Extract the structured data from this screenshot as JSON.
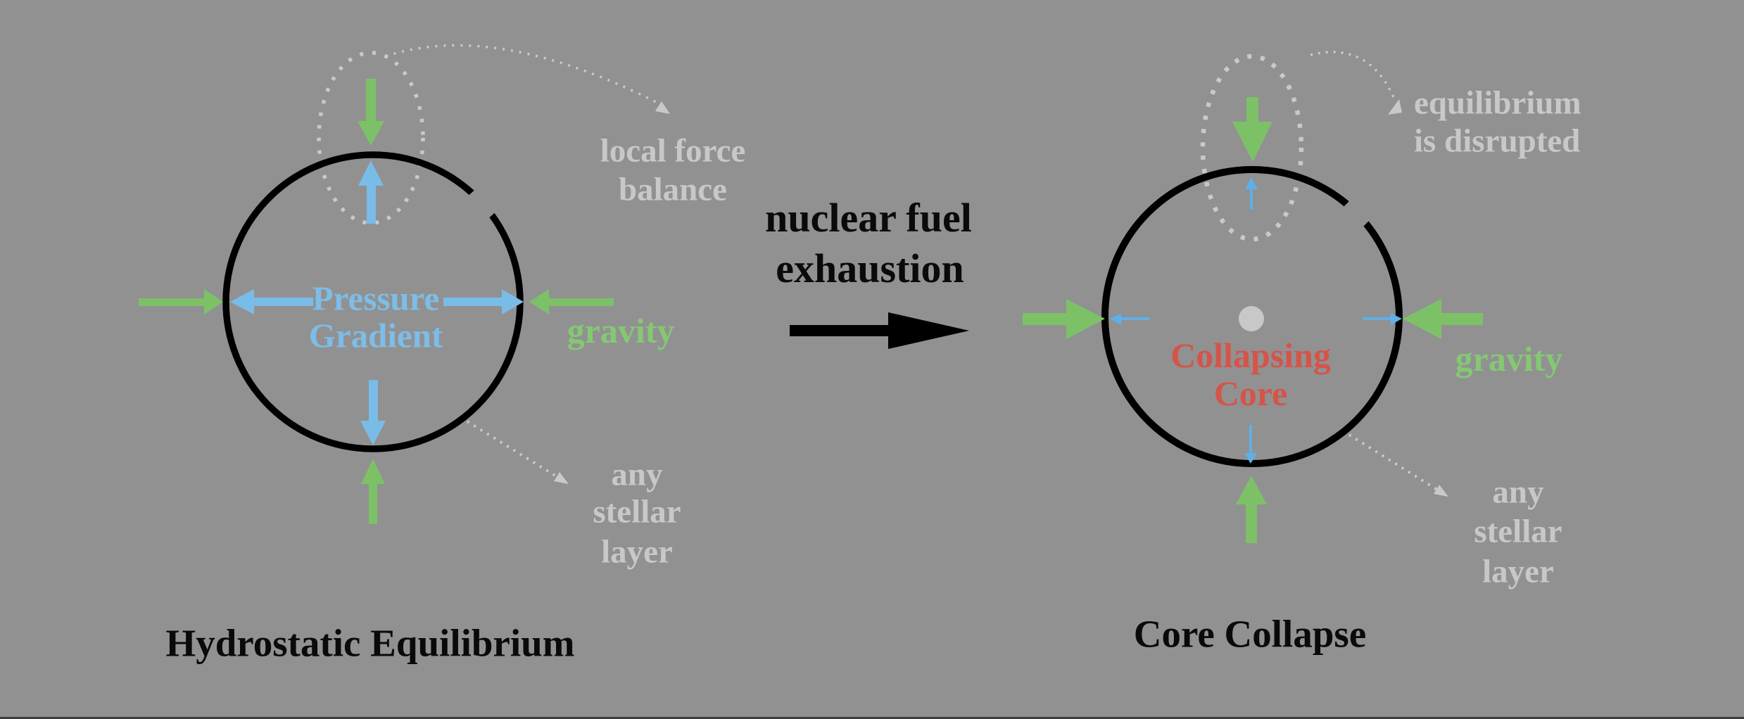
{
  "canvas": {
    "background": "#919191",
    "bottom_edge_color": "#3d3d3d"
  },
  "colors": {
    "green_arrow": "#7dc167",
    "green_text": "#85c873",
    "blue_arrow": "#79bce8",
    "blue_small_arrow": "#5fb0e6",
    "red_text": "#d5544a",
    "gray_annotation": "#c8c8c8",
    "black": "#0a0a0a",
    "core_dot": "#c8c8c8"
  },
  "left_panel": {
    "title": "Hydrostatic Equilibrium",
    "pressure_label": {
      "line1": "Pressure",
      "line2": "Gradient"
    },
    "gravity_label": "gravity",
    "local_force_label": {
      "line1": "local force",
      "line2": "balance"
    },
    "any_layer_label": {
      "line1": "any",
      "line2": "stellar",
      "line3": "layer"
    }
  },
  "center": {
    "caption": {
      "line1": "nuclear fuel",
      "line2": "exhaustion"
    }
  },
  "right_panel": {
    "title": "Core Collapse",
    "core_label": {
      "line1": "Collapsing",
      "line2": "Core"
    },
    "gravity_label": "gravity",
    "equilibrium_label": {
      "line1": "equilibrium",
      "line2": "is disrupted"
    },
    "any_layer_label": {
      "line1": "any",
      "line2": "stellar",
      "line3": "layer"
    }
  }
}
